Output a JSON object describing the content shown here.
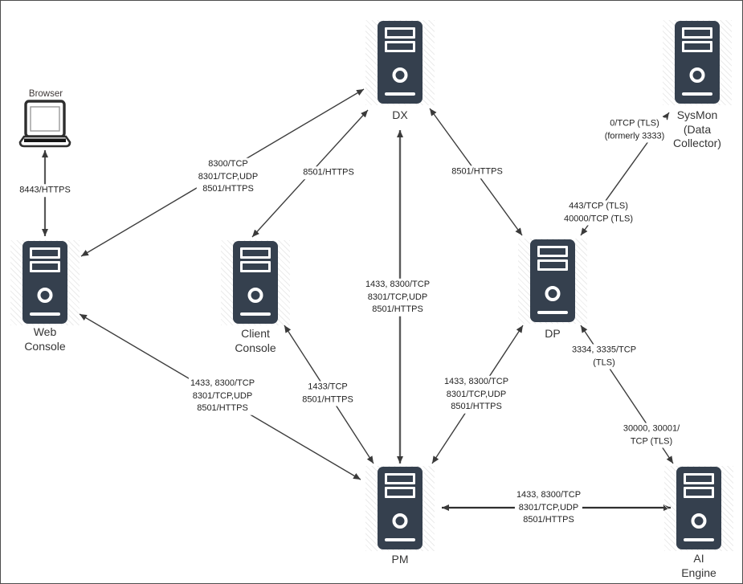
{
  "diagram": {
    "kind": "network-architecture-diagram",
    "colors": {
      "server_fill": "#35404e",
      "server_detail": "#ffffff",
      "line": "#3d3d3d",
      "line_gray": "#595959",
      "label_text": "#1f1f1f",
      "background": "#ffffff"
    },
    "icons": {
      "server": "server-tower-icon",
      "browser": "laptop-icon"
    }
  },
  "nodes": {
    "browser": {
      "label": "Browser"
    },
    "dx": {
      "label": "DX"
    },
    "sysmon": {
      "label": "SysMon\n(Data\nCollector)"
    },
    "web_console": {
      "label": "Web\nConsole"
    },
    "client_console": {
      "label": "Client\nConsole"
    },
    "dp": {
      "label": "DP"
    },
    "pm": {
      "label": "PM"
    },
    "ai_engine": {
      "label": "AI Engine"
    }
  },
  "edges": {
    "browser_web_console": {
      "from": "Browser",
      "to": "Web Console",
      "labels": [
        "8443/HTTPS"
      ]
    },
    "web_console_dx": {
      "from": "Web Console",
      "to": "DX",
      "labels": [
        "8300/TCP\n8301/TCP,UDP\n8501/HTTPS"
      ]
    },
    "client_console_dx": {
      "from": "Client Console",
      "to": "DX",
      "labels": [
        "8501/HTTPS"
      ]
    },
    "dx_dp": {
      "from": "DX",
      "to": "DP",
      "labels": [
        "8501/HTTPS"
      ]
    },
    "dx_pm": {
      "from": "DX",
      "to": "PM",
      "labels": [
        "1433, 8300/TCP\n8301/TCP,UDP\n8501/HTTPS"
      ]
    },
    "sysmon_dp": {
      "from": "SysMon (Data Collector)",
      "to": "DP",
      "labels": [
        "0/TCP (TLS)\n(formerly 3333)",
        "443/TCP (TLS)\n40000/TCP (TLS)"
      ]
    },
    "web_console_pm": {
      "from": "Web Console",
      "to": "PM",
      "labels": [
        "1433, 8300/TCP\n8301/TCP,UDP\n8501/HTTPS"
      ]
    },
    "client_console_pm": {
      "from": "Client Console",
      "to": "PM",
      "labels": [
        "1433/TCP\n8501/HTTPS"
      ]
    },
    "dp_pm": {
      "from": "DP",
      "to": "PM",
      "labels": [
        "1433, 8300/TCP\n8301/TCP,UDP\n8501/HTTPS"
      ]
    },
    "dp_ai_engine": {
      "from": "DP",
      "to": "AI Engine",
      "labels": [
        "3334, 3335/TCP\n(TLS)",
        "30000, 30001/\nTCP (TLS)"
      ]
    },
    "pm_ai_engine": {
      "from": "PM",
      "to": "AI Engine",
      "labels": [
        "1433, 8300/TCP\n8301/TCP,UDP\n8501/HTTPS"
      ]
    }
  }
}
